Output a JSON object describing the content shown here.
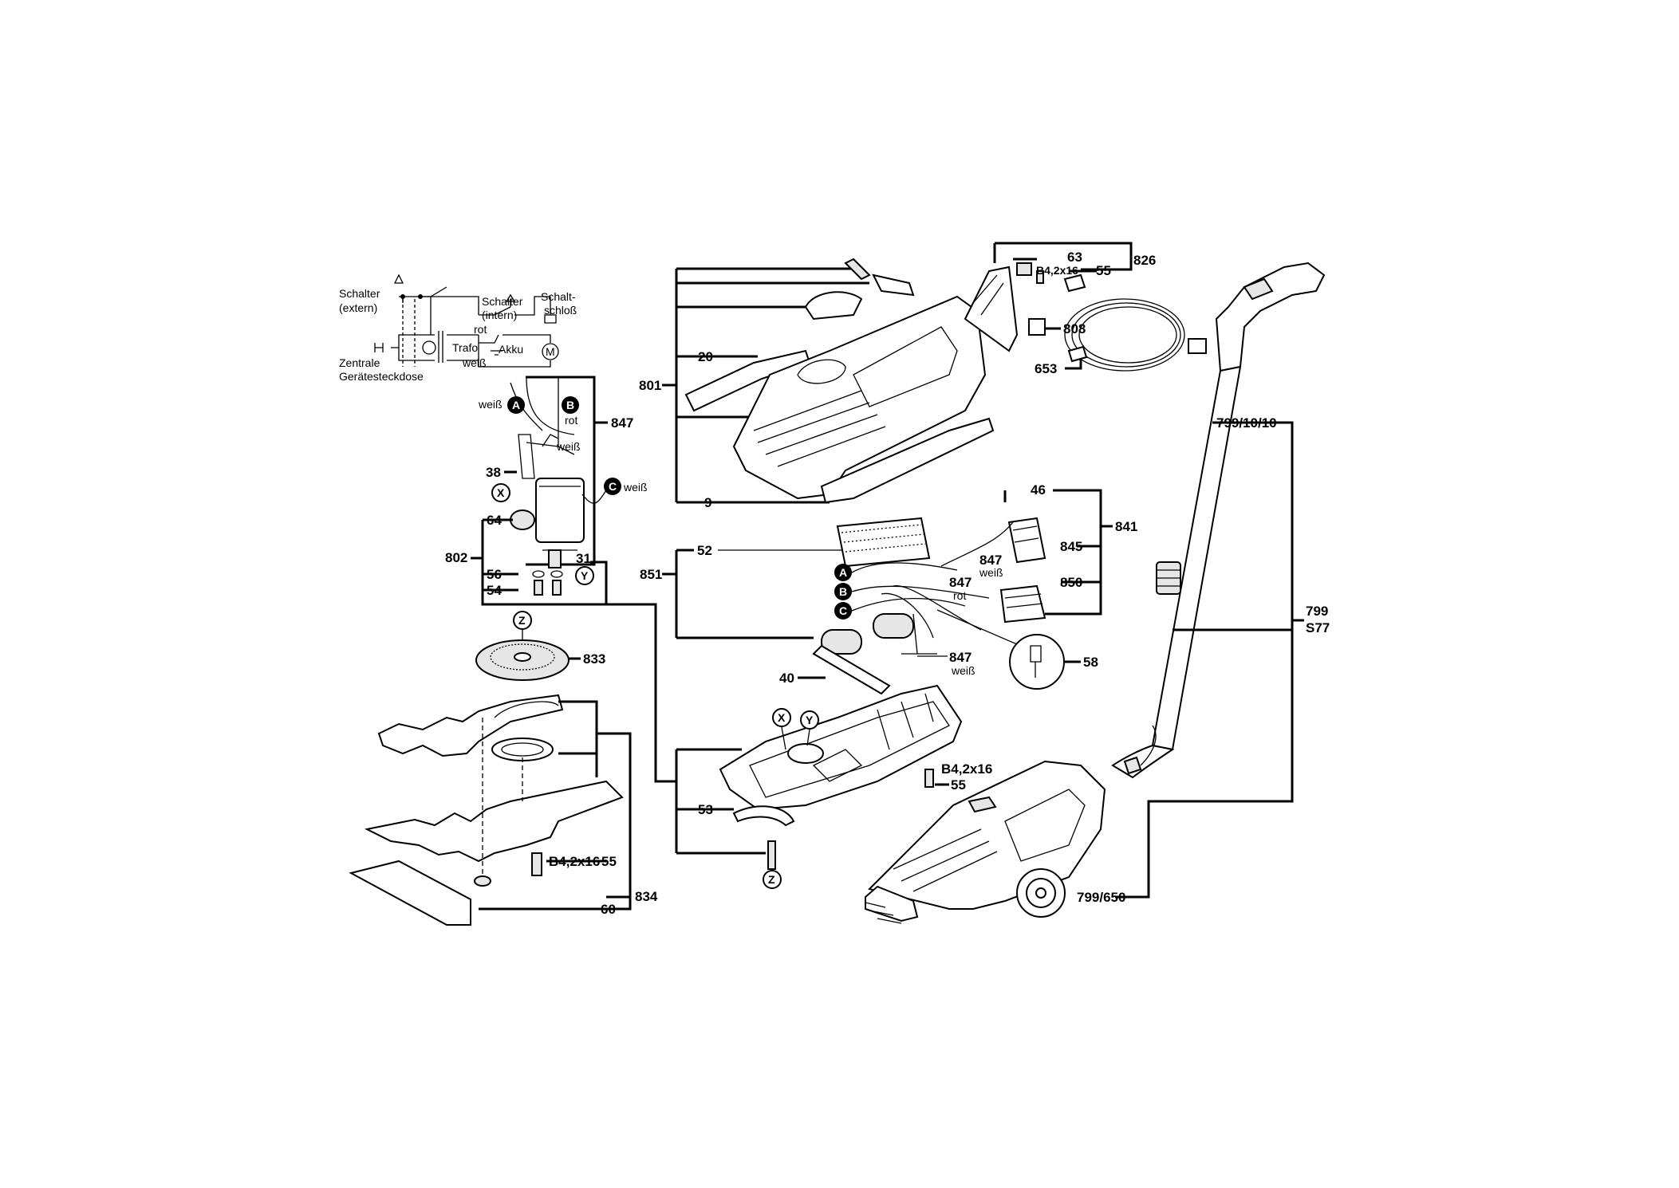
{
  "circuit": {
    "schalter_extern": [
      "Schalter",
      "(extern)"
    ],
    "schalter_intern": [
      "Schalter",
      "(intern)"
    ],
    "schaltschloss": [
      "Schalt-",
      "schloß"
    ],
    "zentrale": [
      "Zentrale",
      "Gerätesteckdose"
    ],
    "trafo": "Trafo",
    "akku": "Akku",
    "rot": "rot",
    "weiss": "weiß"
  },
  "markers": {
    "A": "A",
    "B": "B",
    "C": "C",
    "X": "X",
    "Y": "Y",
    "Z": "Z"
  },
  "wires": {
    "weiss": "weiß",
    "rot": "rot"
  },
  "parts": {
    "p826": "826",
    "p63": "63",
    "p55": "55",
    "screw": "B4,2x16",
    "p808": "808",
    "p653": "653",
    "p801": "801",
    "p20": "20",
    "p9": "9",
    "p847": "847",
    "p38": "38",
    "p64": "64",
    "p802": "802",
    "p56": "56",
    "p31": "31",
    "p54": "54",
    "p833": "833",
    "p834": "834",
    "p60": "60",
    "p46": "46",
    "p841": "841",
    "p845": "845",
    "p850": "850",
    "p851": "851",
    "p52": "52",
    "p58": "58",
    "p40": "40",
    "p53": "53",
    "p799_10_10": "799/10/10",
    "p799": "799",
    "s77": "S77",
    "p799_650": "799/650"
  },
  "colors": {
    "ink": "#000000",
    "paper": "#ffffff",
    "tone": "#e6e6e6"
  }
}
